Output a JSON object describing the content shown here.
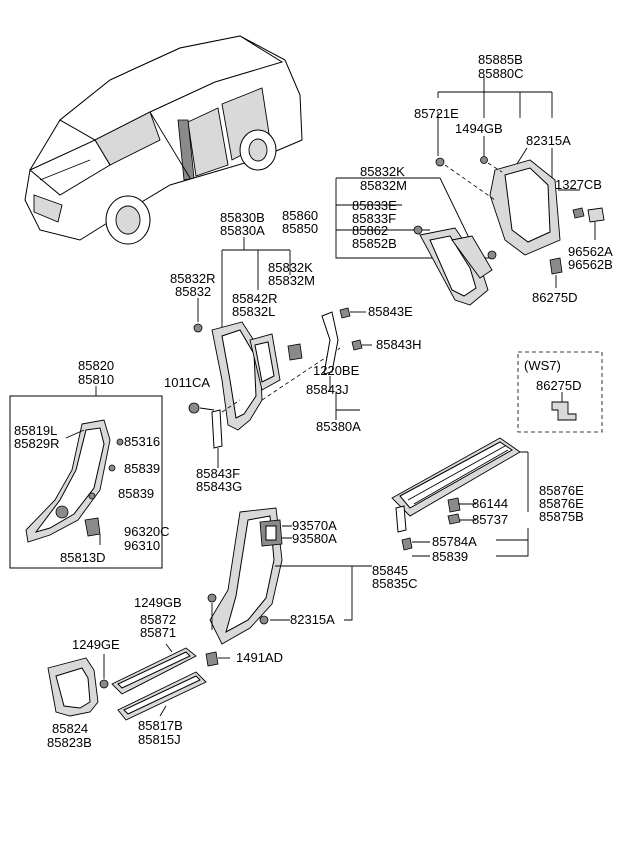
{
  "labels": {
    "l85885B": "85885B",
    "l85880C": "85880C",
    "l85721E": "85721E",
    "l1494GB": "1494GB",
    "l82315A_top": "82315A",
    "l1327CB": "1327CB",
    "l85832K_a": "85832K",
    "l85832M_a": "85832M",
    "l85860": "85860",
    "l85850": "85850",
    "l85833E_a": "85833E",
    "l85833F": "85833F",
    "l85862": "85862",
    "l85852B": "85852B",
    "l96562A": "96562A",
    "l96562B": "96562B",
    "l86275D_a": "86275D",
    "l85830B": "85830B",
    "l85830A": "85830A",
    "l85832R": "85832R",
    "l85832": "85832",
    "l85832K_b": "85832K",
    "l85832M_b": "85832M",
    "l85842R": "85842R",
    "l85832L": "85832L",
    "l85843E": "85843E",
    "l85843H": "85843H",
    "l1220BE": "1220BE",
    "l85843J": "85843J",
    "l85380A": "85380A",
    "lWS7": "(WS7)",
    "l86275D_b": "86275D",
    "l85820": "85820",
    "l85810": "85810",
    "l1011CA": "1011CA",
    "l85819L": "85819L",
    "l85829R": "85829R",
    "l85316": "85316",
    "l85839_a": "85839",
    "l85839_b": "85839",
    "l96320C": "96320C",
    "l96310": "96310",
    "l85813D": "85813D",
    "l85843F": "85843F",
    "l85843G": "85843G",
    "l85876E_a": "85876E",
    "l85876E_b": "85876E",
    "l85875B": "85875B",
    "l86144": "86144",
    "l85737": "85737",
    "l85784A": "85784A",
    "l85839_c": "85839",
    "l93570A": "93570A",
    "l93580A": "93580A",
    "l85845": "85845",
    "l85835C": "85835C",
    "l1249GB": "1249GB",
    "l85872": "85872",
    "l85871": "85871",
    "l82315A_bot": "82315A",
    "l1249GE": "1249GE",
    "l1491AD": "1491AD",
    "l85824": "85824",
    "l85823B": "85823B",
    "l85817B": "85817B",
    "l85815J": "85815J"
  }
}
